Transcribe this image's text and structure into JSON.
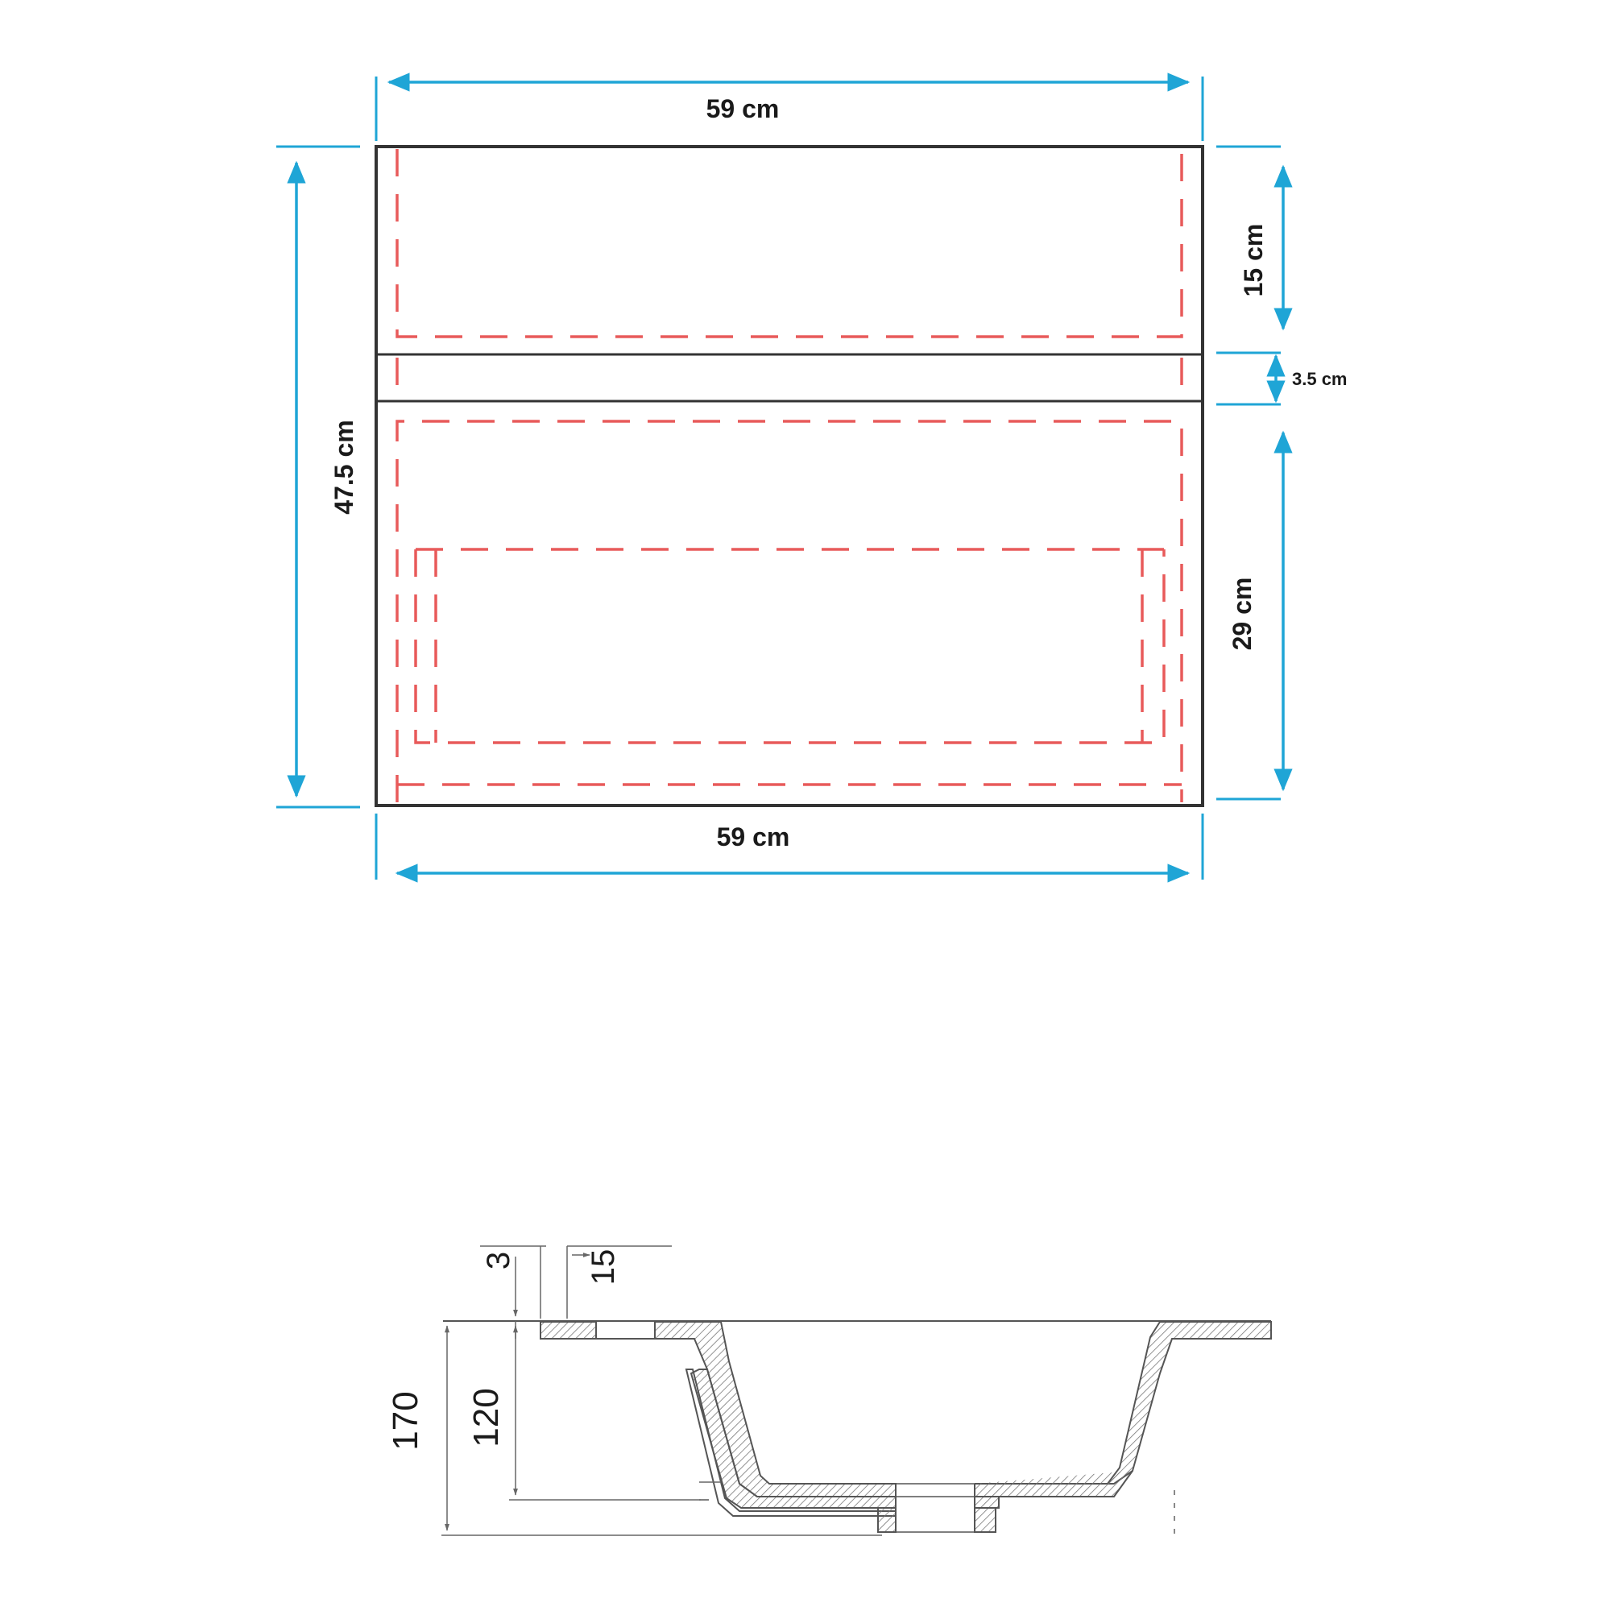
{
  "cabinet_drawing": {
    "top_width_label": "59 cm",
    "bottom_width_label": "59 cm",
    "total_height_label": "47.5 cm",
    "top_drawer_height_label": "15 cm",
    "rail_height_label": "3.5 cm",
    "bottom_drawer_height_label": "29 cm",
    "colors": {
      "dimension_line": "#1fa5d6",
      "outline": "#333333",
      "hidden_line": "#e85a5a"
    }
  },
  "basin_section": {
    "dim_3": "3",
    "dim_15": "15",
    "dim_170": "170",
    "dim_120": "120",
    "colors": {
      "line": "#555555",
      "hatch": "#777777"
    }
  }
}
